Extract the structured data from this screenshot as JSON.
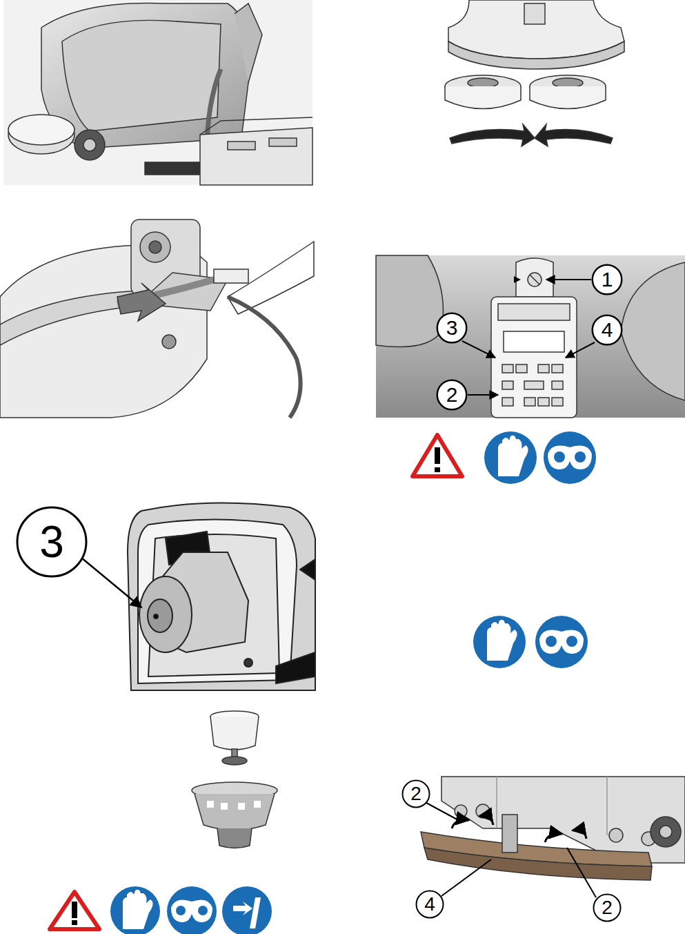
{
  "diagram": {
    "nodes": [
      {
        "text": [
          "1"
        ]
      },
      {
        "text": [
          "3"
        ]
      },
      {
        "text": [
          "4"
        ]
      },
      {
        "text": [
          "2"
        ]
      },
      {
        "text": [
          "3"
        ]
      },
      {
        "text": [
          "2"
        ]
      },
      {
        "text": [
          "4"
        ]
      },
      {
        "text": [
          "2"
        ]
      }
    ]
  }
}
